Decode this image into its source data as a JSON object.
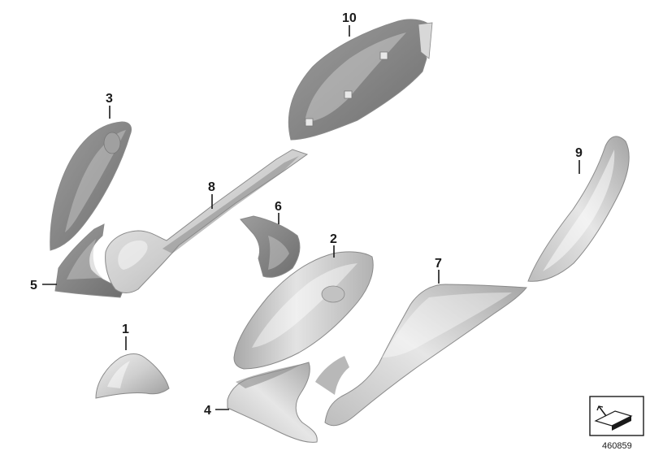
{
  "diagram": {
    "callouts": [
      {
        "id": "c1",
        "text": "1"
      },
      {
        "id": "c2",
        "text": "2"
      },
      {
        "id": "c3",
        "text": "3"
      },
      {
        "id": "c4",
        "text": "4"
      },
      {
        "id": "c5",
        "text": "5"
      },
      {
        "id": "c6",
        "text": "6"
      },
      {
        "id": "c7",
        "text": "7"
      },
      {
        "id": "c8",
        "text": "8"
      },
      {
        "id": "c9",
        "text": "9"
      },
      {
        "id": "c10",
        "text": "10"
      }
    ],
    "reference_number": "460859",
    "colors": {
      "part_light": "#d6d6d6",
      "part_mid": "#bcbcbc",
      "part_dark": "#8e8e8e",
      "line": "#1a1a1a"
    }
  }
}
